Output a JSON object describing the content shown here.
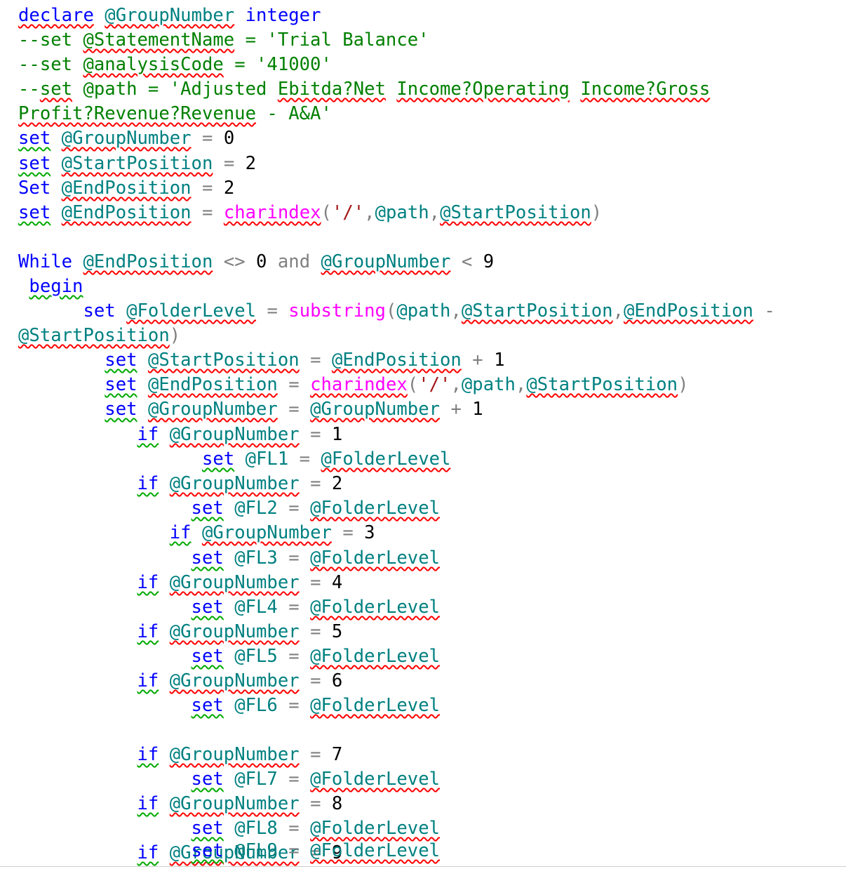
{
  "code_lines": [
    [
      {
        "t": "declare",
        "c": "kw",
        "u": "r"
      },
      {
        "t": " "
      },
      {
        "t": "@GroupNumber",
        "c": "var",
        "u": "r"
      },
      {
        "t": " "
      },
      {
        "t": "integer",
        "c": "kw"
      }
    ],
    [
      {
        "t": "--set ",
        "c": "cmt"
      },
      {
        "t": "@StatementName",
        "c": "cmt",
        "u": "r"
      },
      {
        "t": " = 'Trial Balance'",
        "c": "cmt"
      }
    ],
    [
      {
        "t": "--set ",
        "c": "cmt"
      },
      {
        "t": "@analysisCode",
        "c": "cmt",
        "u": "r"
      },
      {
        "t": " = '41000'",
        "c": "cmt"
      }
    ],
    [
      {
        "t": "--",
        "c": "cmt"
      },
      {
        "t": "set",
        "c": "cmt",
        "u": "r"
      },
      {
        "t": " @path = 'Adjusted ",
        "c": "cmt"
      },
      {
        "t": "Ebitda?Net",
        "c": "cmt",
        "u": "r"
      },
      {
        "t": " ",
        "c": "cmt"
      },
      {
        "t": "Income?Operating",
        "c": "cmt",
        "u": "r"
      },
      {
        "t": " ",
        "c": "cmt"
      },
      {
        "t": "Income?Gross",
        "c": "cmt",
        "u": "r"
      }
    ],
    [
      {
        "t": "Profit?Revenue?Revenue",
        "c": "cmt",
        "u": "r"
      },
      {
        "t": " - A&A'",
        "c": "cmt"
      }
    ],
    [
      {
        "t": "set",
        "c": "kw",
        "u": "g"
      },
      {
        "t": " "
      },
      {
        "t": "@GroupNumber",
        "c": "var",
        "u": "r"
      },
      {
        "t": " "
      },
      {
        "t": "=",
        "c": "op"
      },
      {
        "t": " "
      },
      {
        "t": "0",
        "c": "num"
      }
    ],
    [
      {
        "t": "set",
        "c": "kw",
        "u": "g"
      },
      {
        "t": " "
      },
      {
        "t": "@StartPosition",
        "c": "var",
        "u": "r"
      },
      {
        "t": " "
      },
      {
        "t": "=",
        "c": "op"
      },
      {
        "t": " "
      },
      {
        "t": "2",
        "c": "num"
      }
    ],
    [
      {
        "t": "Set",
        "c": "kw"
      },
      {
        "t": " "
      },
      {
        "t": "@EndPosition",
        "c": "var",
        "u": "r"
      },
      {
        "t": " "
      },
      {
        "t": "=",
        "c": "op"
      },
      {
        "t": " "
      },
      {
        "t": "2",
        "c": "num"
      }
    ],
    [
      {
        "t": "set",
        "c": "kw",
        "u": "g"
      },
      {
        "t": " "
      },
      {
        "t": "@EndPosition",
        "c": "var",
        "u": "r"
      },
      {
        "t": " "
      },
      {
        "t": "=",
        "c": "op"
      },
      {
        "t": " "
      },
      {
        "t": "charindex",
        "c": "fn",
        "u": "r"
      },
      {
        "t": "(",
        "c": "op"
      },
      {
        "t": "'/'",
        "c": "str"
      },
      {
        "t": ",",
        "c": "op"
      },
      {
        "t": "@path",
        "c": "var"
      },
      {
        "t": ",",
        "c": "op"
      },
      {
        "t": "@StartPosition",
        "c": "var",
        "u": "r"
      },
      {
        "t": ")",
        "c": "op"
      }
    ],
    [],
    [
      {
        "t": "While",
        "c": "kw"
      },
      {
        "t": " "
      },
      {
        "t": "@EndPosition",
        "c": "var",
        "u": "r"
      },
      {
        "t": " "
      },
      {
        "t": "<>",
        "c": "op"
      },
      {
        "t": " "
      },
      {
        "t": "0",
        "c": "num"
      },
      {
        "t": " "
      },
      {
        "t": "and",
        "c": "op"
      },
      {
        "t": " "
      },
      {
        "t": "@GroupNumber",
        "c": "var",
        "u": "r"
      },
      {
        "t": " "
      },
      {
        "t": "<",
        "c": "op"
      },
      {
        "t": " "
      },
      {
        "t": "9",
        "c": "num"
      }
    ],
    [
      {
        "t": " "
      },
      {
        "t": "begin",
        "c": "kw",
        "u": "g"
      }
    ],
    [
      {
        "t": "      set",
        "c": "kw"
      },
      {
        "t": " "
      },
      {
        "t": "@FolderLevel",
        "c": "var",
        "u": "r"
      },
      {
        "t": " "
      },
      {
        "t": "=",
        "c": "op"
      },
      {
        "t": " "
      },
      {
        "t": "substring",
        "c": "fn"
      },
      {
        "t": "(",
        "c": "op"
      },
      {
        "t": "@path",
        "c": "var"
      },
      {
        "t": ",",
        "c": "op"
      },
      {
        "t": "@StartPosition",
        "c": "var",
        "u": "r"
      },
      {
        "t": ",",
        "c": "op"
      },
      {
        "t": "@EndPosition",
        "c": "var",
        "u": "r"
      },
      {
        "t": " "
      },
      {
        "t": "-",
        "c": "op"
      }
    ],
    [
      {
        "t": "@StartPosition",
        "c": "var",
        "u": "r"
      },
      {
        "t": ")",
        "c": "op"
      }
    ],
    [
      {
        "t": "        "
      },
      {
        "t": "set",
        "c": "kw",
        "u": "g"
      },
      {
        "t": " "
      },
      {
        "t": "@StartPosition",
        "c": "var",
        "u": "r"
      },
      {
        "t": " "
      },
      {
        "t": "=",
        "c": "op"
      },
      {
        "t": " "
      },
      {
        "t": "@EndPosition",
        "c": "var",
        "u": "r"
      },
      {
        "t": " "
      },
      {
        "t": "+",
        "c": "op"
      },
      {
        "t": " "
      },
      {
        "t": "1",
        "c": "num"
      }
    ],
    [
      {
        "t": "        "
      },
      {
        "t": "set",
        "c": "kw",
        "u": "g"
      },
      {
        "t": " "
      },
      {
        "t": "@EndPosition",
        "c": "var",
        "u": "r"
      },
      {
        "t": " "
      },
      {
        "t": "=",
        "c": "op"
      },
      {
        "t": " "
      },
      {
        "t": "charindex",
        "c": "fn",
        "u": "r"
      },
      {
        "t": "(",
        "c": "op"
      },
      {
        "t": "'/'",
        "c": "str"
      },
      {
        "t": ",",
        "c": "op"
      },
      {
        "t": "@path",
        "c": "var"
      },
      {
        "t": ",",
        "c": "op"
      },
      {
        "t": "@StartPosition",
        "c": "var",
        "u": "r"
      },
      {
        "t": ")",
        "c": "op"
      }
    ],
    [
      {
        "t": "        "
      },
      {
        "t": "set",
        "c": "kw",
        "u": "g"
      },
      {
        "t": " "
      },
      {
        "t": "@GroupNumber",
        "c": "var",
        "u": "r"
      },
      {
        "t": " "
      },
      {
        "t": "=",
        "c": "op"
      },
      {
        "t": " "
      },
      {
        "t": "@GroupNumber",
        "c": "var",
        "u": "r"
      },
      {
        "t": " "
      },
      {
        "t": "+",
        "c": "op"
      },
      {
        "t": " "
      },
      {
        "t": "1",
        "c": "num"
      }
    ],
    [
      {
        "t": "           "
      },
      {
        "t": "if",
        "c": "kw",
        "u": "g"
      },
      {
        "t": " "
      },
      {
        "t": "@GroupNumber",
        "c": "var",
        "u": "r"
      },
      {
        "t": " "
      },
      {
        "t": "=",
        "c": "op"
      },
      {
        "t": " "
      },
      {
        "t": "1",
        "c": "num"
      }
    ],
    [
      {
        "t": "                 "
      },
      {
        "t": "set",
        "c": "kw",
        "u": "g"
      },
      {
        "t": " "
      },
      {
        "t": "@FL1",
        "c": "var"
      },
      {
        "t": " "
      },
      {
        "t": "=",
        "c": "op"
      },
      {
        "t": " "
      },
      {
        "t": "@FolderLevel",
        "c": "var",
        "u": "r"
      }
    ],
    [
      {
        "t": "           "
      },
      {
        "t": "if",
        "c": "kw",
        "u": "g"
      },
      {
        "t": " "
      },
      {
        "t": "@GroupNumber",
        "c": "var",
        "u": "r"
      },
      {
        "t": " "
      },
      {
        "t": "=",
        "c": "op"
      },
      {
        "t": " "
      },
      {
        "t": "2",
        "c": "num"
      }
    ],
    [
      {
        "t": "                "
      },
      {
        "t": "set",
        "c": "kw",
        "u": "g"
      },
      {
        "t": " "
      },
      {
        "t": "@FL2",
        "c": "var"
      },
      {
        "t": " "
      },
      {
        "t": "=",
        "c": "op"
      },
      {
        "t": " "
      },
      {
        "t": "@FolderLevel",
        "c": "var",
        "u": "r"
      }
    ],
    [
      {
        "t": "              "
      },
      {
        "t": "if",
        "c": "kw",
        "u": "g"
      },
      {
        "t": " "
      },
      {
        "t": "@GroupNumber",
        "c": "var",
        "u": "r"
      },
      {
        "t": " "
      },
      {
        "t": "=",
        "c": "op"
      },
      {
        "t": " "
      },
      {
        "t": "3",
        "c": "num"
      }
    ],
    [
      {
        "t": "                "
      },
      {
        "t": "set",
        "c": "kw",
        "u": "g"
      },
      {
        "t": " "
      },
      {
        "t": "@FL3",
        "c": "var"
      },
      {
        "t": " "
      },
      {
        "t": "=",
        "c": "op"
      },
      {
        "t": " "
      },
      {
        "t": "@FolderLevel",
        "c": "var",
        "u": "r"
      }
    ],
    [
      {
        "t": "           "
      },
      {
        "t": "if",
        "c": "kw",
        "u": "g"
      },
      {
        "t": " "
      },
      {
        "t": "@GroupNumber",
        "c": "var",
        "u": "r"
      },
      {
        "t": " "
      },
      {
        "t": "=",
        "c": "op"
      },
      {
        "t": " "
      },
      {
        "t": "4",
        "c": "num"
      }
    ],
    [
      {
        "t": "                "
      },
      {
        "t": "set",
        "c": "kw",
        "u": "g"
      },
      {
        "t": " "
      },
      {
        "t": "@FL4",
        "c": "var"
      },
      {
        "t": " "
      },
      {
        "t": "=",
        "c": "op"
      },
      {
        "t": " "
      },
      {
        "t": "@FolderLevel",
        "c": "var",
        "u": "r"
      }
    ],
    [
      {
        "t": "           "
      },
      {
        "t": "if",
        "c": "kw",
        "u": "g"
      },
      {
        "t": " "
      },
      {
        "t": "@GroupNumber",
        "c": "var",
        "u": "r"
      },
      {
        "t": " "
      },
      {
        "t": "=",
        "c": "op"
      },
      {
        "t": " "
      },
      {
        "t": "5",
        "c": "num"
      }
    ],
    [
      {
        "t": "                "
      },
      {
        "t": "set",
        "c": "kw",
        "u": "g"
      },
      {
        "t": " "
      },
      {
        "t": "@FL5",
        "c": "var"
      },
      {
        "t": " "
      },
      {
        "t": "=",
        "c": "op"
      },
      {
        "t": " "
      },
      {
        "t": "@FolderLevel",
        "c": "var",
        "u": "r"
      }
    ],
    [
      {
        "t": "           "
      },
      {
        "t": "if",
        "c": "kw",
        "u": "g"
      },
      {
        "t": " "
      },
      {
        "t": "@GroupNumber",
        "c": "var",
        "u": "r"
      },
      {
        "t": " "
      },
      {
        "t": "=",
        "c": "op"
      },
      {
        "t": " "
      },
      {
        "t": "6",
        "c": "num"
      }
    ],
    [
      {
        "t": "                "
      },
      {
        "t": "set",
        "c": "kw",
        "u": "g"
      },
      {
        "t": " "
      },
      {
        "t": "@FL6",
        "c": "var"
      },
      {
        "t": " "
      },
      {
        "t": "=",
        "c": "op"
      },
      {
        "t": " "
      },
      {
        "t": "@FolderLevel",
        "c": "var",
        "u": "r"
      }
    ],
    [
      {
        "t": "           "
      },
      {
        "t": "if",
        "c": "kw",
        "u": "g"
      },
      {
        "t": " "
      },
      {
        "t": "@GroupNumber",
        "c": "var",
        "u": "r"
      },
      {
        "t": " "
      },
      {
        "t": "=",
        "c": "op"
      },
      {
        "t": " "
      },
      {
        "t": "7",
        "c": "num"
      }
    ],
    [
      {
        "t": "                "
      },
      {
        "t": "set",
        "c": "kw",
        "u": "g"
      },
      {
        "t": " "
      },
      {
        "t": "@FL7",
        "c": "var"
      },
      {
        "t": " "
      },
      {
        "t": "=",
        "c": "op"
      },
      {
        "t": " "
      },
      {
        "t": "@FolderLevel",
        "c": "var",
        "u": "r"
      }
    ],
    [
      {
        "t": "           "
      },
      {
        "t": "if",
        "c": "kw",
        "u": "g"
      },
      {
        "t": " "
      },
      {
        "t": "@GroupNumber",
        "c": "var",
        "u": "r"
      },
      {
        "t": " "
      },
      {
        "t": "=",
        "c": "op"
      },
      {
        "t": " "
      },
      {
        "t": "8",
        "c": "num"
      }
    ],
    [
      {
        "t": "                "
      },
      {
        "t": "set",
        "c": "kw",
        "u": "g"
      },
      {
        "t": " "
      },
      {
        "t": "@FL8",
        "c": "var"
      },
      {
        "t": " "
      },
      {
        "t": "=",
        "c": "op"
      },
      {
        "t": " "
      },
      {
        "t": "@FolderLevel",
        "c": "var",
        "u": "r"
      }
    ],
    [
      {
        "t": "           "
      },
      {
        "t": "if",
        "c": "kw",
        "u": "g"
      },
      {
        "t": " "
      },
      {
        "t": "@GroupNumber",
        "c": "var",
        "u": "r"
      },
      {
        "t": " "
      },
      {
        "t": "=",
        "c": "op"
      },
      {
        "t": " "
      },
      {
        "t": "9",
        "c": "num"
      }
    ],
    [
      {
        "t": "                "
      },
      {
        "t": "set",
        "c": "kw",
        "u": "g"
      },
      {
        "t": " "
      },
      {
        "t": "@FL9",
        "c": "var"
      },
      {
        "t": " "
      },
      {
        "t": "=",
        "c": "op"
      },
      {
        "t": " "
      },
      {
        "t": "@FolderLevel",
        "c": "var",
        "u": "r"
      }
    ]
  ]
}
